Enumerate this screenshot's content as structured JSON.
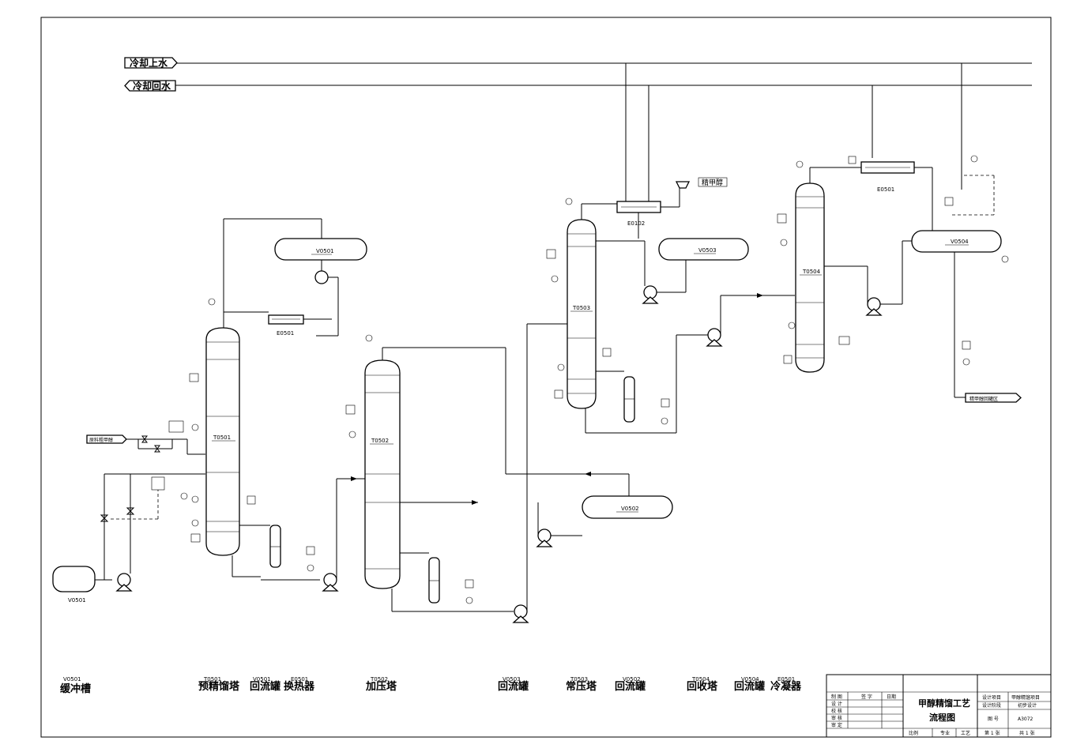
{
  "utility_lines": {
    "supply": "冷却上水",
    "return": "冷却回水"
  },
  "feed_label": "原料粗甲醇",
  "product_top": "精甲醇",
  "product_bottom": "精甲醇回罐区",
  "equipment_tags": {
    "v0501_top": "V0501",
    "e0501_left": "E0501",
    "t0501": "T0501",
    "t0502": "T0502",
    "t0503": "T0503",
    "e0102": "E0102",
    "v0503": "V0503",
    "v0502": "V0502",
    "t0504": "T0504",
    "e0501_right": "E0501",
    "v0504": "V0504",
    "v0501_bottom": "V0501"
  },
  "legend": [
    {
      "code": "V0501",
      "name": "缓冲槽"
    },
    {
      "code": "T0501",
      "name": "预精馏塔"
    },
    {
      "code": "V0501",
      "name": "回流罐"
    },
    {
      "code": "E0501",
      "name": "换热器"
    },
    {
      "code": "T0502",
      "name": "加压塔"
    },
    {
      "code": "V0503",
      "name": "回流罐"
    },
    {
      "code": "T0503",
      "name": "常压塔"
    },
    {
      "code": "V0502",
      "name": "回流罐"
    },
    {
      "code": "T0504",
      "name": "回收塔"
    },
    {
      "code": "V0504",
      "name": "回流罐"
    },
    {
      "code": "E0501",
      "name": "冷凝器"
    }
  ],
  "title_block": {
    "title_line1": "甲醇精馏工艺",
    "title_line2": "流程图",
    "sign": "签 字",
    "date": "日期",
    "row_labels": [
      "制 图",
      "设 计",
      "校 核",
      "审 核",
      "审 定"
    ],
    "project_label": "设计项目",
    "project_value": "甲醇精馏项目",
    "stage_label": "设计阶段",
    "stage_value": "初步设计",
    "drawing_no_label": "图 号",
    "drawing_no_value": "A3072",
    "scale": "比例",
    "major": "专业",
    "craft": "工艺",
    "sheet": "第 1 张",
    "total": "共 1 张"
  }
}
